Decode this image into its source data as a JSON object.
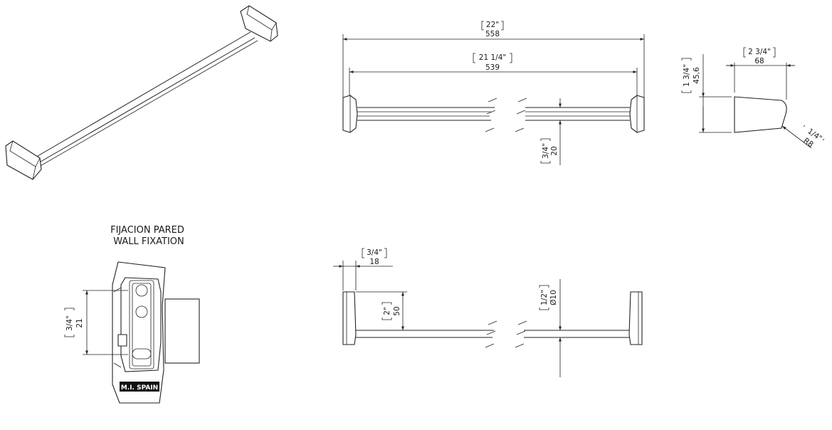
{
  "titles": {
    "fixation_es": "FIJACION PARED",
    "fixation_en": "WALL FIXATION"
  },
  "brand_stamp": "M.I. SPAIN",
  "dims": {
    "overall_in": "22\"",
    "overall_mm": "558",
    "centers_in": "21 1/4\"",
    "centers_mm": "539",
    "rod_height_in": "3/4\"",
    "rod_height_mm": "20",
    "depth_in": "2 3/4\"",
    "depth_mm": "68",
    "bracket_height_in": "1 3/4\"",
    "bracket_height_mm": "45,6",
    "radius_in": "1/4\"",
    "radius_mm": "R8",
    "bracket_thickness_in": "3/4\"",
    "bracket_thickness_mm": "18",
    "projection_in": "2\"",
    "projection_mm": "50",
    "rod_dia_in": "1/2\"",
    "rod_dia_mm": "Ø10",
    "fix_in": "3/4\"",
    "fix_mm": "21"
  }
}
